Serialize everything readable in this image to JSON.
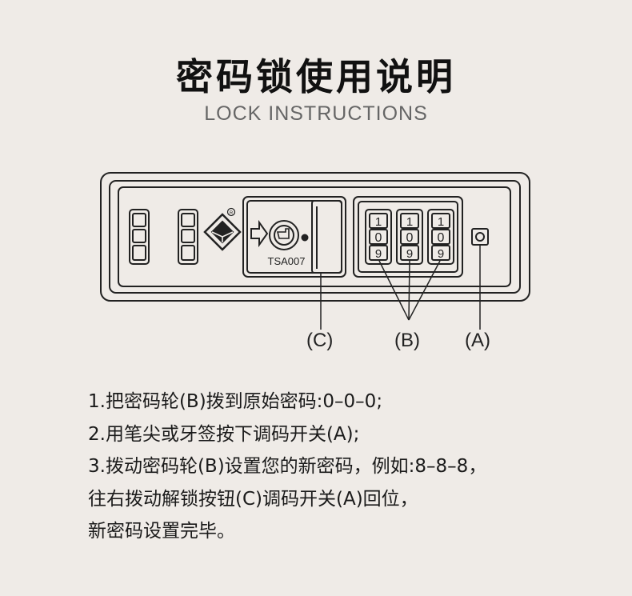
{
  "header": {
    "title": "密码锁使用说明",
    "subtitle": "LOCK INSTRUCTIONS"
  },
  "lock": {
    "tsa_code": "TSA007",
    "wheels": [
      {
        "top": "1",
        "middle": "0",
        "bottom": "9"
      },
      {
        "top": "1",
        "middle": "0",
        "bottom": "9"
      },
      {
        "top": "1",
        "middle": "0",
        "bottom": "9"
      }
    ],
    "registered_mark": "R"
  },
  "callouts": {
    "c": "(C)",
    "b": "(B)",
    "a": "(A)"
  },
  "steps": [
    "1.把密码轮(B)拨到原始密码:0–0–0;",
    "2.用笔尖或牙签按下调码开关(A);",
    "3.拨动密码轮(B)设置您的新密码，例如:8–8–8，",
    "往右拨动解锁按钮(C)调码开关(A)回位，",
    "新密码设置完毕。"
  ]
}
